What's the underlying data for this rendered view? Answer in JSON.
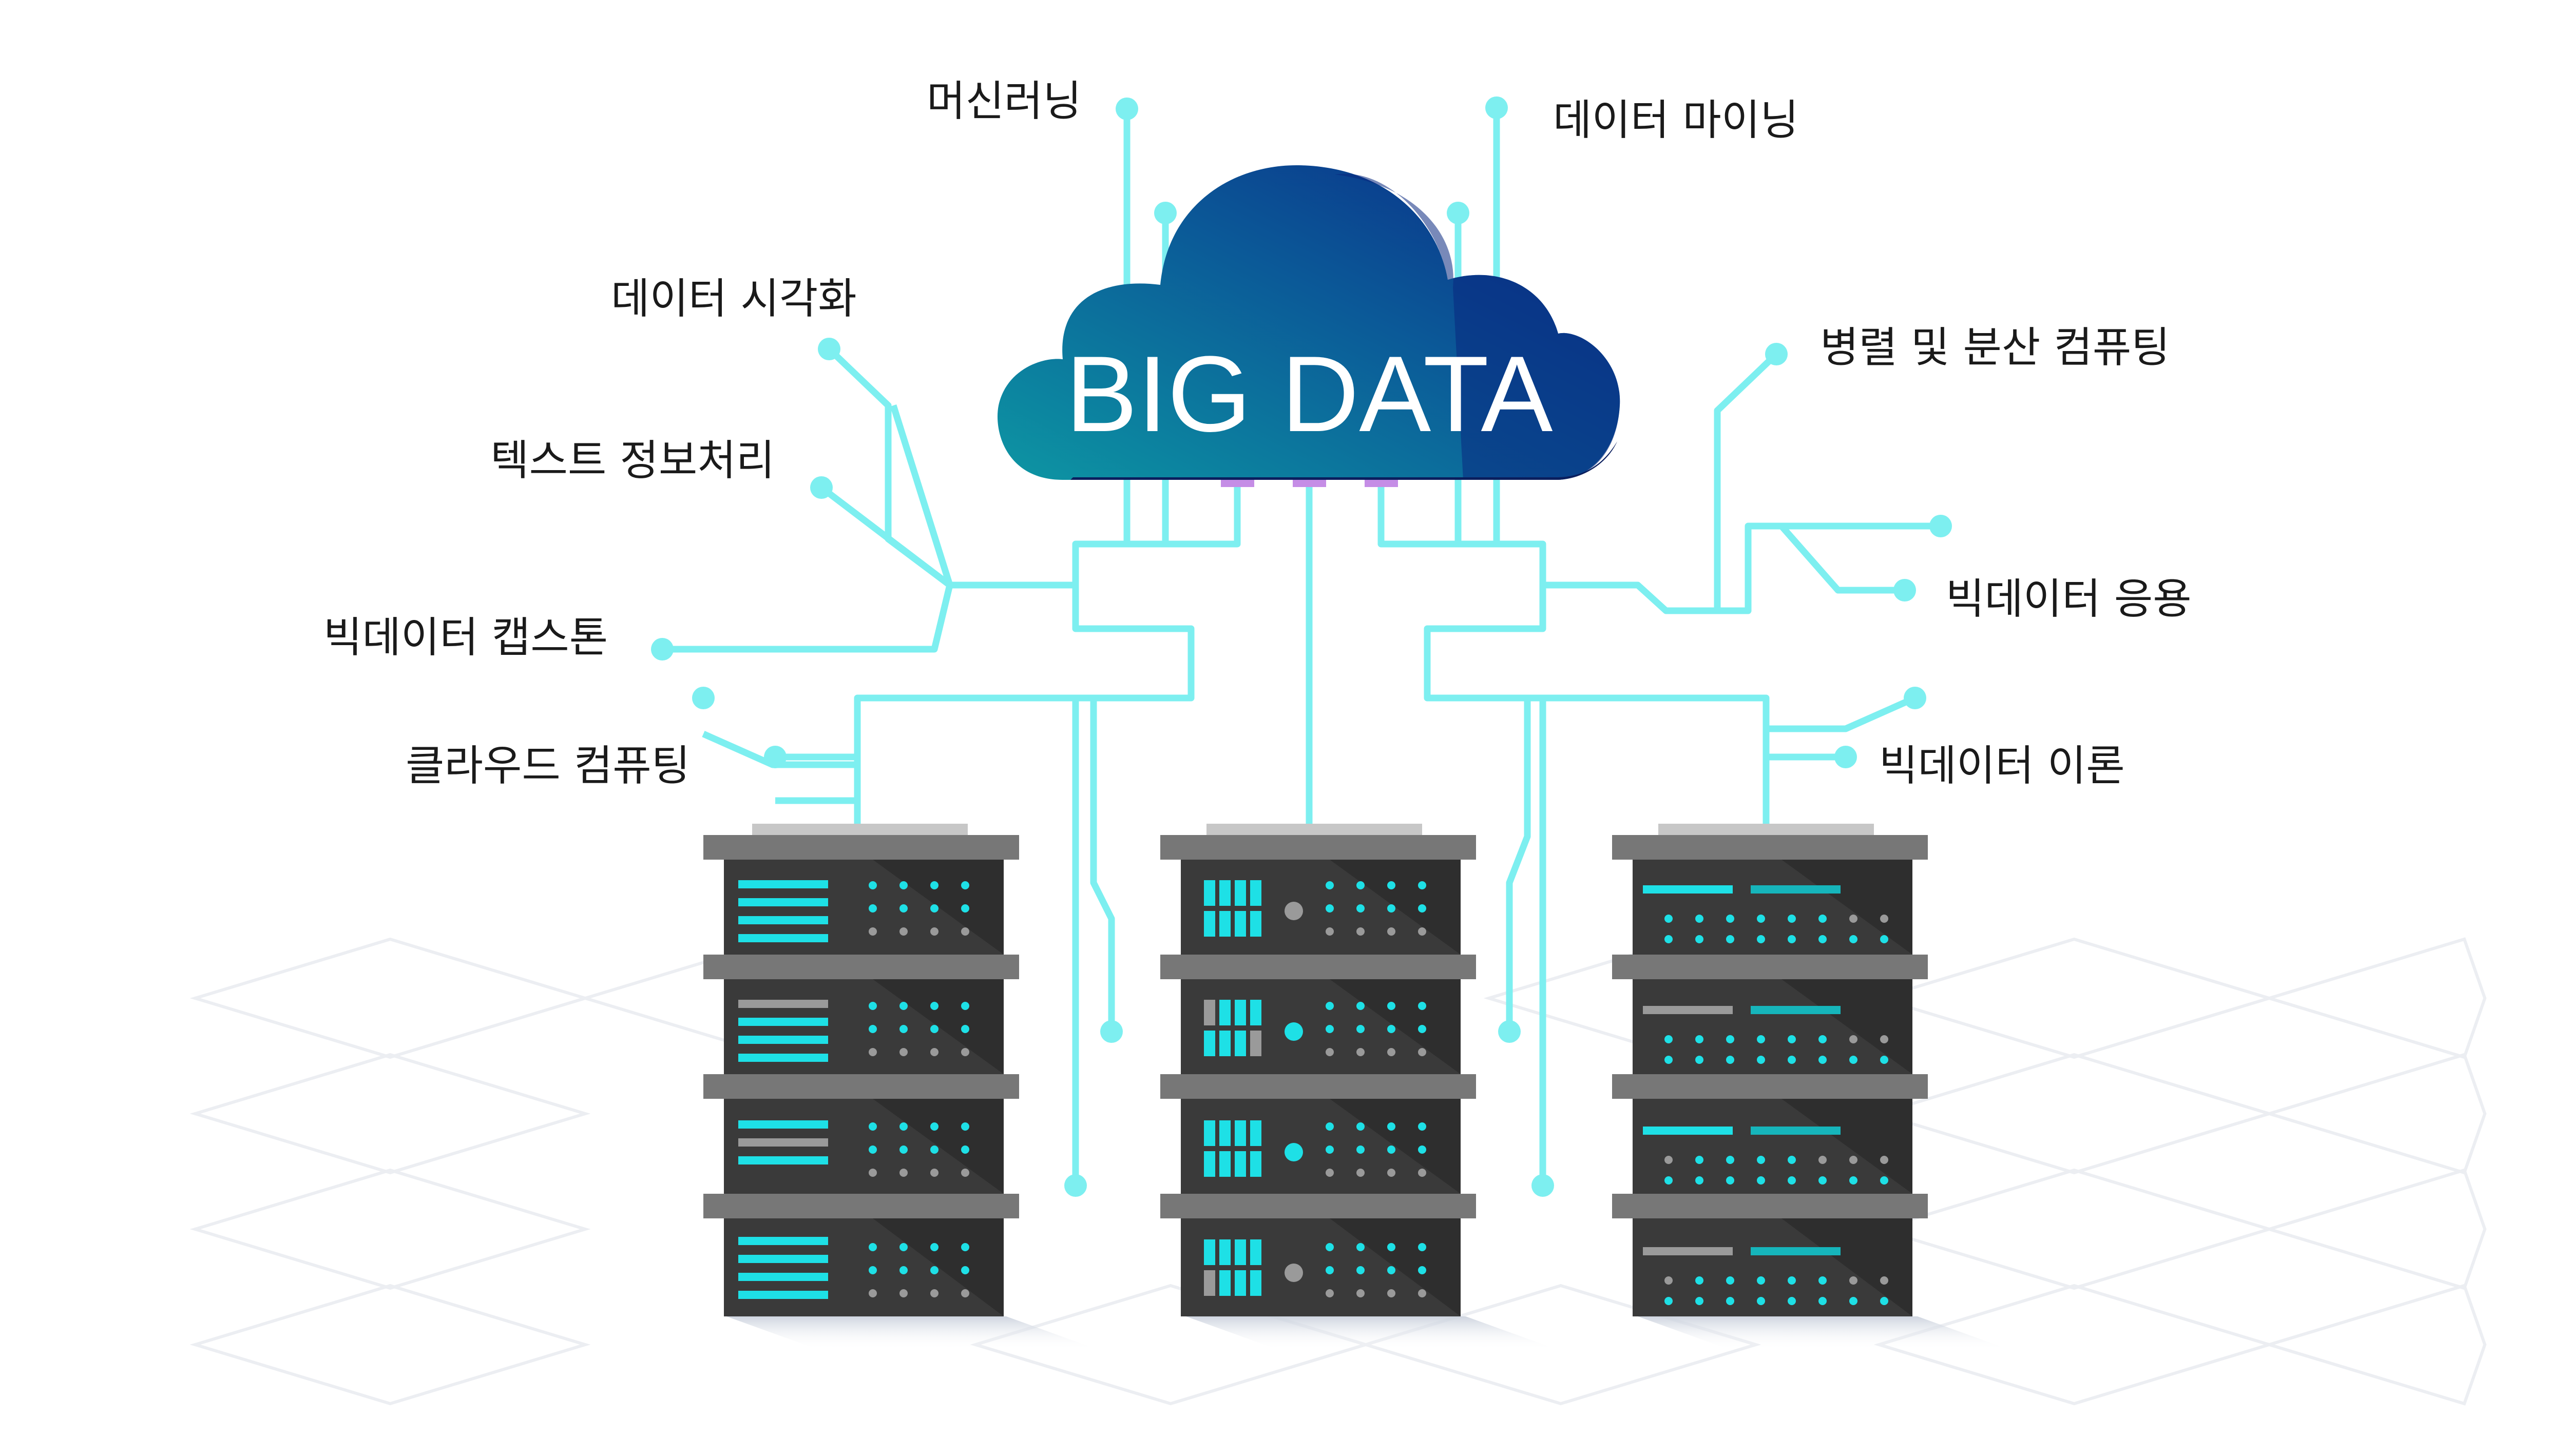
{
  "title": "BIG DATA",
  "labels": {
    "machine_learning": "머신러닝",
    "data_mining": "데이터 마이닝",
    "data_visualization": "데이터 시각화",
    "parallel_distributed": "병렬 및 분산 컴퓨팅",
    "text_processing": "텍스트 정보처리",
    "bigdata_application": "빅데이터 응용",
    "bigdata_capstone": "빅데이터 캡스톤",
    "cloud_computing": "클라우드 컴퓨팅",
    "bigdata_theory": "빅데이터 이론"
  },
  "colors": {
    "line": "#7deff0",
    "cloud_dark": "#0d2b7a",
    "cloud_light": "#0f8ea0",
    "server_body": "#3b3b3b",
    "server_cap": "#7a7a7a",
    "accent": "#1ee0e6"
  }
}
